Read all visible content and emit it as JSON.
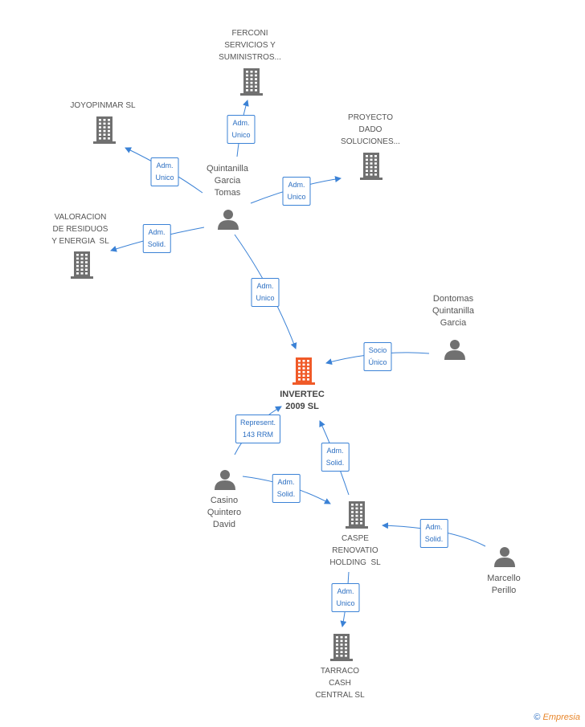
{
  "nodes": {
    "ferconi": {
      "label": "FERCONI\nSERVICIOS Y\nSUMINISTROS...",
      "type": "company"
    },
    "joyopinmar": {
      "label": "JOYOPINMAR SL",
      "type": "company"
    },
    "proyecto": {
      "label": "PROYECTO\nDADO\nSOLUCIONES...",
      "type": "company"
    },
    "valoracion": {
      "label": "VALORACION\nDE RESIDUOS\nY ENERGIA  SL",
      "type": "company"
    },
    "quintanilla": {
      "label": "Quintanilla\nGarcia\nTomas",
      "type": "person"
    },
    "dontomas": {
      "label": "Dontomas\nQuintanilla\nGarcia",
      "type": "person"
    },
    "invertec": {
      "label": "INVERTEC\n2009 SL",
      "type": "main"
    },
    "casino": {
      "label": "Casino\nQuintero\nDavid",
      "type": "person"
    },
    "caspe": {
      "label": "CASPE\nRENOVATIO\nHOLDING  SL",
      "type": "company"
    },
    "marcello": {
      "label": "Marcello\nPerillo",
      "type": "person"
    },
    "tarraco": {
      "label": "TARRACO\nCASH\nCENTRAL SL",
      "type": "company"
    }
  },
  "edges": [
    {
      "id": "e1",
      "label": "Adm.\nUnico"
    },
    {
      "id": "e2",
      "label": "Adm.\nUnico"
    },
    {
      "id": "e3",
      "label": "Adm.\nUnico"
    },
    {
      "id": "e4",
      "label": "Adm.\nSolid."
    },
    {
      "id": "e5",
      "label": "Adm.\nUnico"
    },
    {
      "id": "e6",
      "label": "Socio\nÚnico"
    },
    {
      "id": "e7",
      "label": "Represent.\n143 RRM"
    },
    {
      "id": "e8",
      "label": "Adm.\nSolid."
    },
    {
      "id": "e9",
      "label": "Adm.\nSolid."
    },
    {
      "id": "e10",
      "label": "Adm.\nSolid."
    },
    {
      "id": "e11",
      "label": "Adm.\nUnico"
    }
  ],
  "footer": {
    "copyright": "©",
    "brand": "Empresia"
  },
  "colors": {
    "edge": "#3b82d6",
    "icon": "#707070",
    "main_icon": "#f05a28"
  }
}
